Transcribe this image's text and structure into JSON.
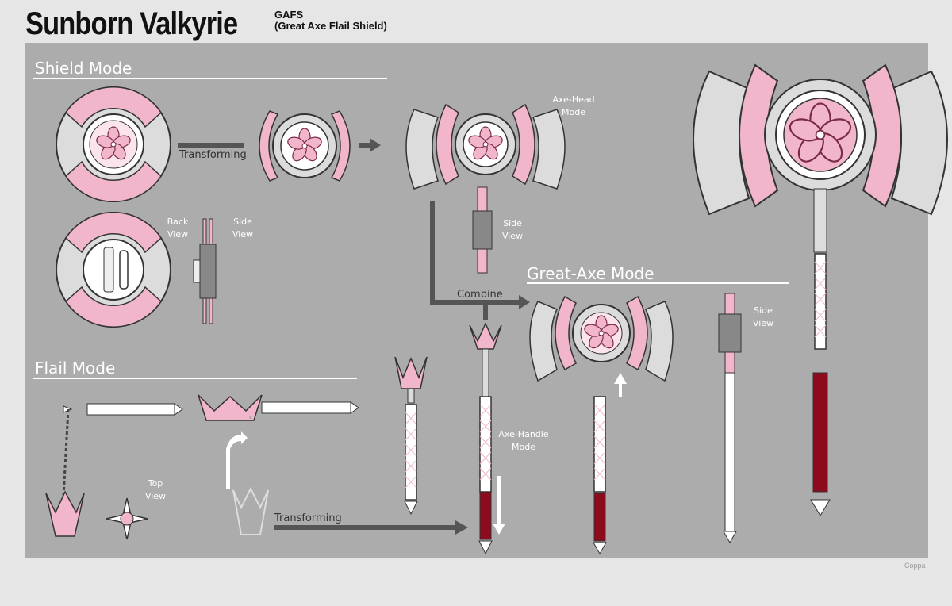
{
  "header": {
    "title": "Sunborn Valkyrie",
    "subtitle_line1": "GAFS",
    "subtitle_line2": "(Great Axe Flail Shield)"
  },
  "sections": {
    "shield": "Shield Mode",
    "flail": "Flail Mode",
    "greataxe": "Great-Axe Mode"
  },
  "labels": {
    "transforming_top": "Transforming",
    "axe_head_1": "Axe-Head",
    "axe_head_2": "Mode",
    "back_1": "Back",
    "back_2": "View",
    "side_a_1": "Side",
    "side_a_2": "View",
    "side_b_1": "Side",
    "side_b_2": "View",
    "combine": "Combine",
    "side_c_1": "Side",
    "side_c_2": "View",
    "top_1": "Top",
    "top_2": "View",
    "handle_1": "Axe-Handle",
    "handle_2": "Mode",
    "transforming_bottom": "Transforming"
  },
  "colors": {
    "panel": "#acacac",
    "pink": "#f2b6cc",
    "dark_pink": "#c36b8b",
    "maroon": "#8c0b1c",
    "silver": "#dcdcdc",
    "arrow": "#555555"
  },
  "watermark": "Coppa"
}
